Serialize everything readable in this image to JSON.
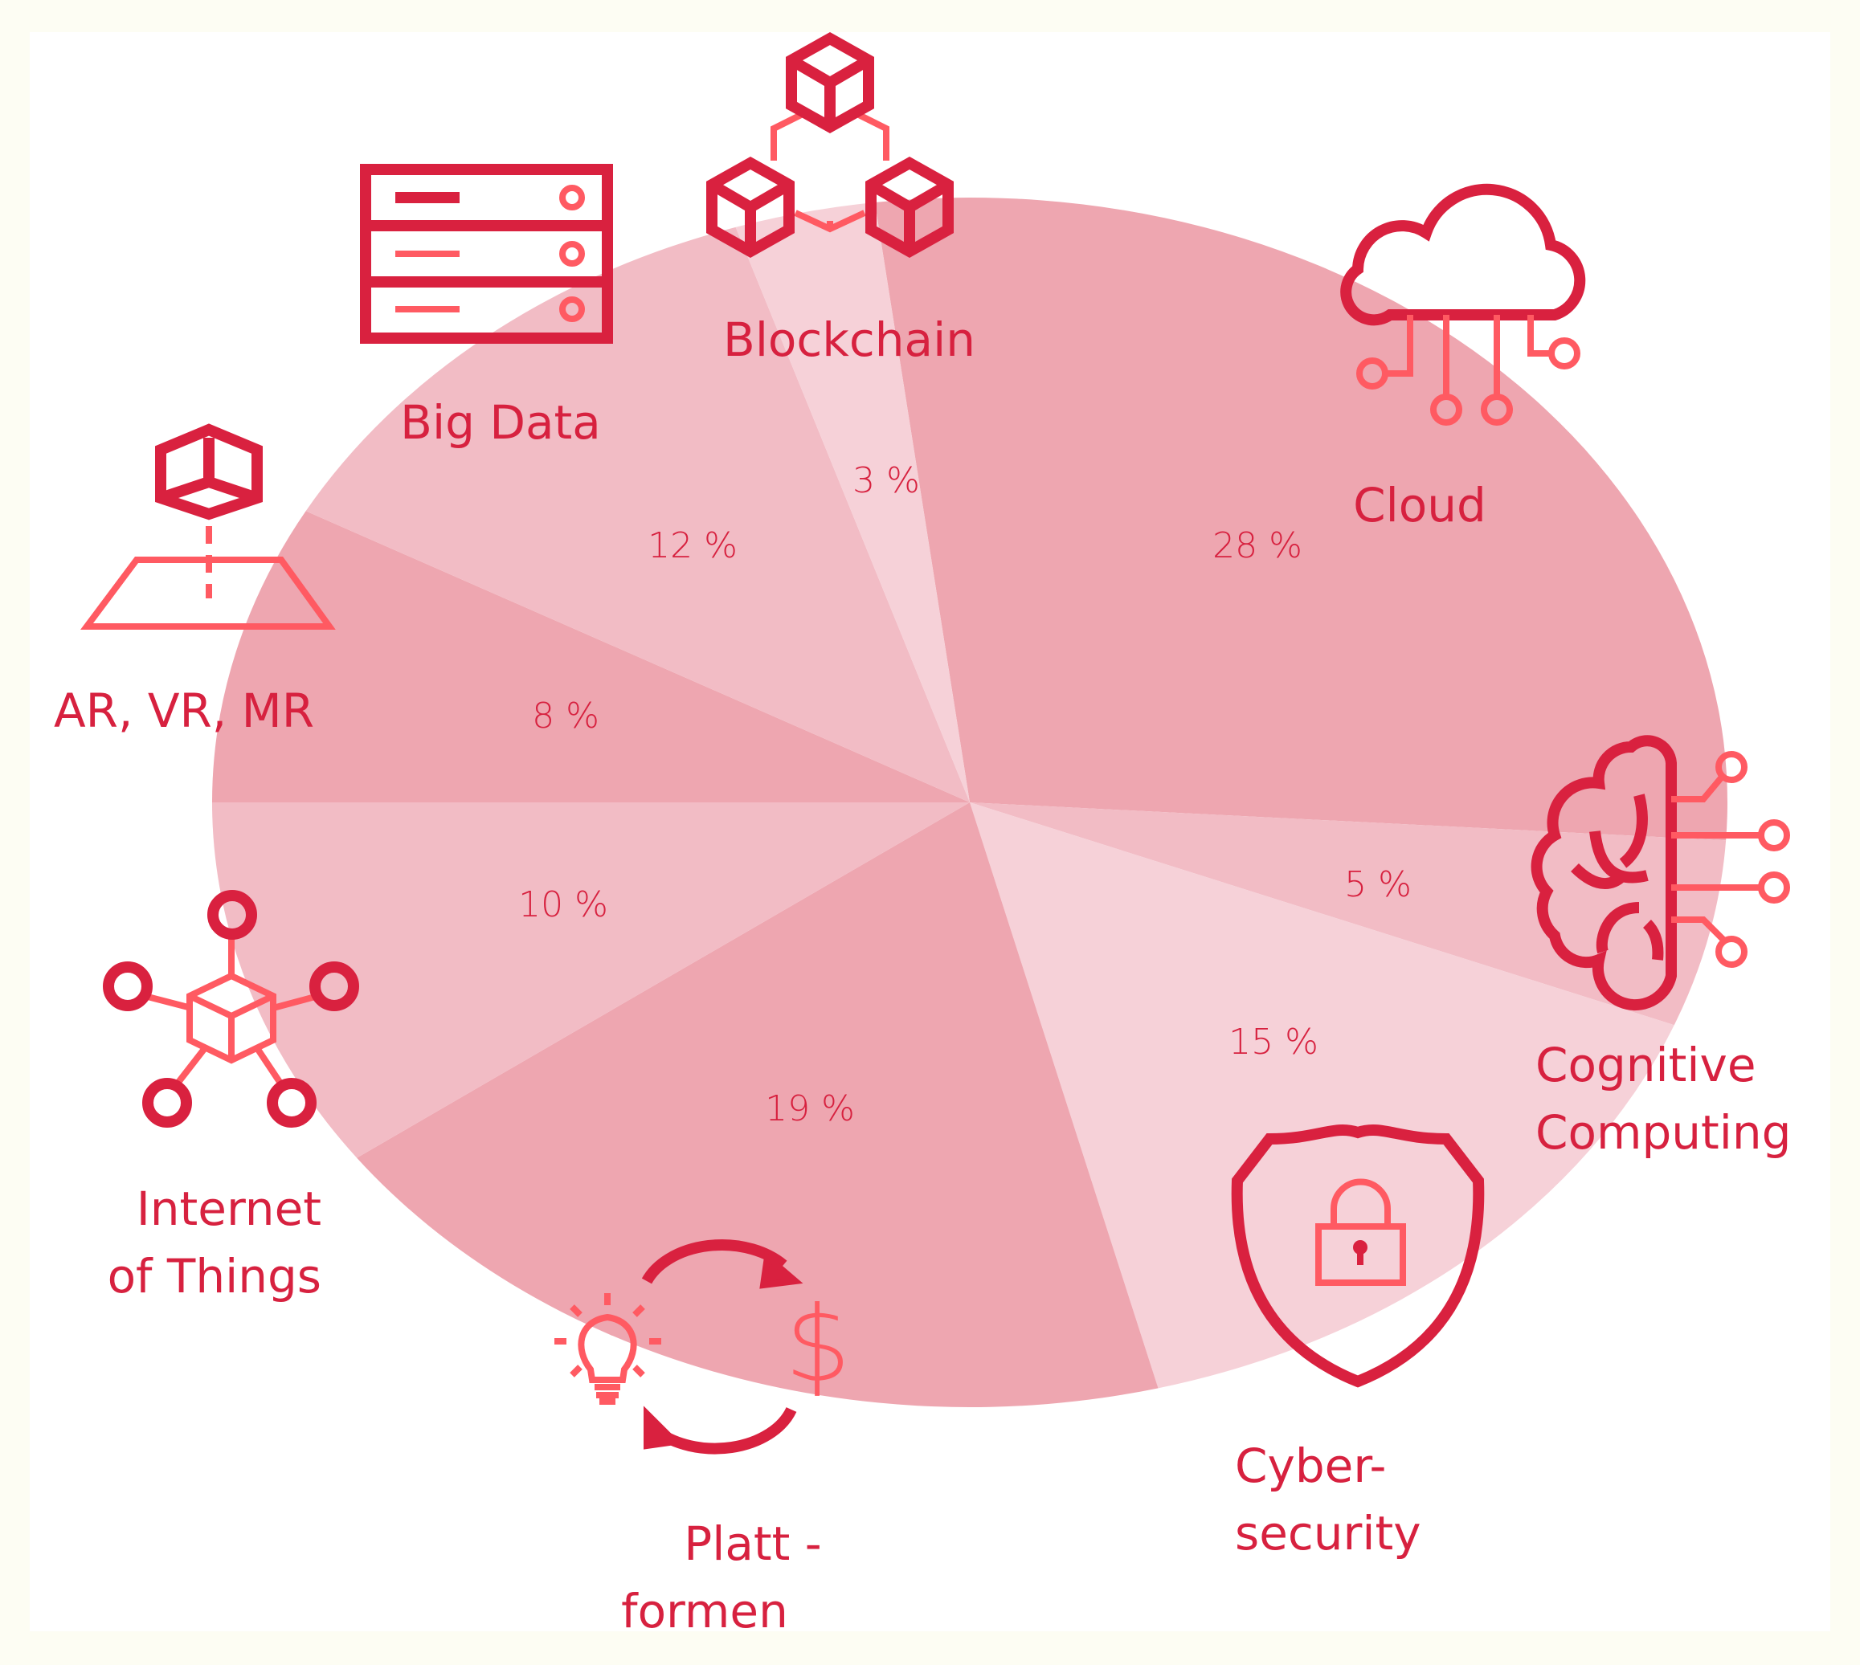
{
  "chart_data": {
    "type": "pie",
    "title": "",
    "categories": [
      "Cloud",
      "Cognitive Computing",
      "Cybersecurity",
      "Plattformen",
      "Internet of Things",
      "AR, VR, MR",
      "Big Data",
      "Blockchain"
    ],
    "values": [
      28,
      5,
      15,
      19,
      10,
      8,
      12,
      3
    ],
    "value_labels": [
      "28 %",
      "5 %",
      "15 %",
      "19 %",
      "10 %",
      "8 %",
      "12 %",
      "3 %"
    ],
    "colors": [
      "#eea6b0",
      "#f2bcc5",
      "#f6d1d8",
      "#eea6b0",
      "#f2bcc5",
      "#eea6b0",
      "#f2bcc5",
      "#f6d1d8"
    ],
    "label_lines": {
      "cloud": [
        "Cloud"
      ],
      "cognitive": [
        "Cognitive",
        "Computing"
      ],
      "cyber": [
        "Cyber-",
        "security"
      ],
      "platt": [
        "Platt -",
        "formen"
      ],
      "iot": [
        "Internet",
        "of Things"
      ],
      "ar": [
        "AR, VR, MR"
      ],
      "bigdata": [
        "Big Data"
      ],
      "blockchain": [
        "Blockchain"
      ]
    },
    "text_color": "#d7213f",
    "icon_colors": {
      "dark": "#d9213f",
      "coral": "#ff5a62"
    }
  }
}
